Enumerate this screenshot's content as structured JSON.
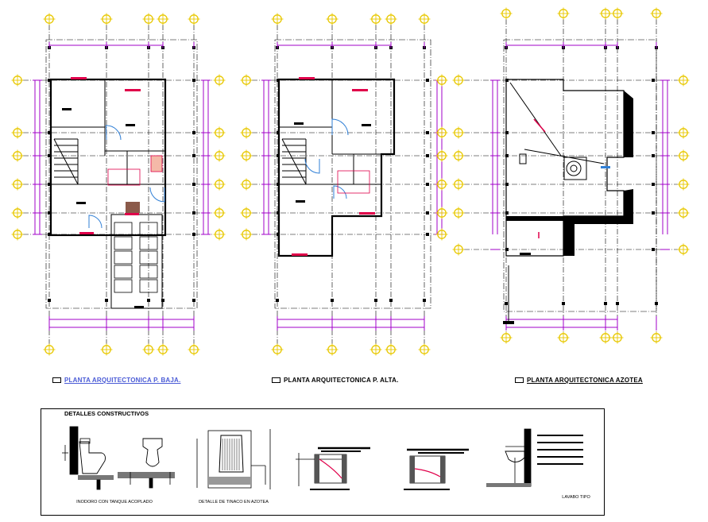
{
  "plans": [
    {
      "title": "PLANTA ARQUITECTONICA P. BAJA.",
      "color": "#4a5bd6"
    },
    {
      "title": "PLANTA ARQUITECTONICA P. ALTA.",
      "color": "#000000"
    },
    {
      "title": "PLANTA ARQUITECTONICA AZOTEA",
      "color": "#000000"
    }
  ],
  "details": {
    "title": "DETALLES CONSTRUCTIVOS",
    "captions": {
      "toilet": "INODORO CON TANQUE ACOPLADO",
      "tank": "DETALLE DE TINACO EN AZOTEA",
      "sink": "LAVABO TIPO"
    }
  },
  "colors": {
    "grid_bubble": "#e8c800",
    "dimension": "#a000c8",
    "accent": "#e0004a",
    "door": "#2f7fd6"
  }
}
